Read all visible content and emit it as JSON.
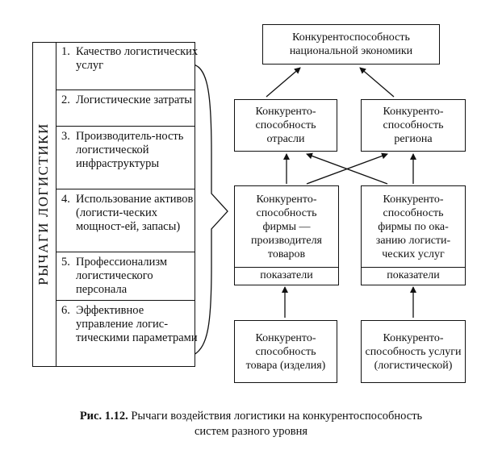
{
  "levers": {
    "title": "РЫЧАГИ ЛОГИСТИКИ",
    "items": [
      {
        "num": "1.",
        "text": "Качество логистических услуг"
      },
      {
        "num": "2.",
        "text": "Логистические затраты"
      },
      {
        "num": "3.",
        "text": "Производитель-ность логистической инфраструктуры"
      },
      {
        "num": "4.",
        "text": "Использование активов (логисти-ческих мощност-ей, запасы)"
      },
      {
        "num": "5.",
        "text": "Профессионализм логистического персонала"
      },
      {
        "num": "6.",
        "text": "Эффективное управление логис-тическими параметрами"
      }
    ]
  },
  "nodes": {
    "national": "Конкурентоспособность национальной экономики",
    "industry": "Конкуренто-способность отрасли",
    "region": "Конкуренто-способность региона",
    "producer_firm": "Конкуренто-способность фирмы — производителя товаров",
    "service_firm": "Конкуренто-способность фирмы по ока-занию логисти-ческих услуг",
    "indicators_label_left": "показатели",
    "indicators_label_right": "показатели",
    "product": "Конкуренто-способность товара (изделия)",
    "service": "Конкуренто-способность услуги (логистической)"
  },
  "caption": {
    "label": "Рис. 1.12.",
    "line1": "Рычаги воздействия логистики на конкурентоспособность",
    "line2": "систем разного уровня"
  },
  "colors": {
    "ink": "#111111",
    "background": "#ffffff"
  }
}
